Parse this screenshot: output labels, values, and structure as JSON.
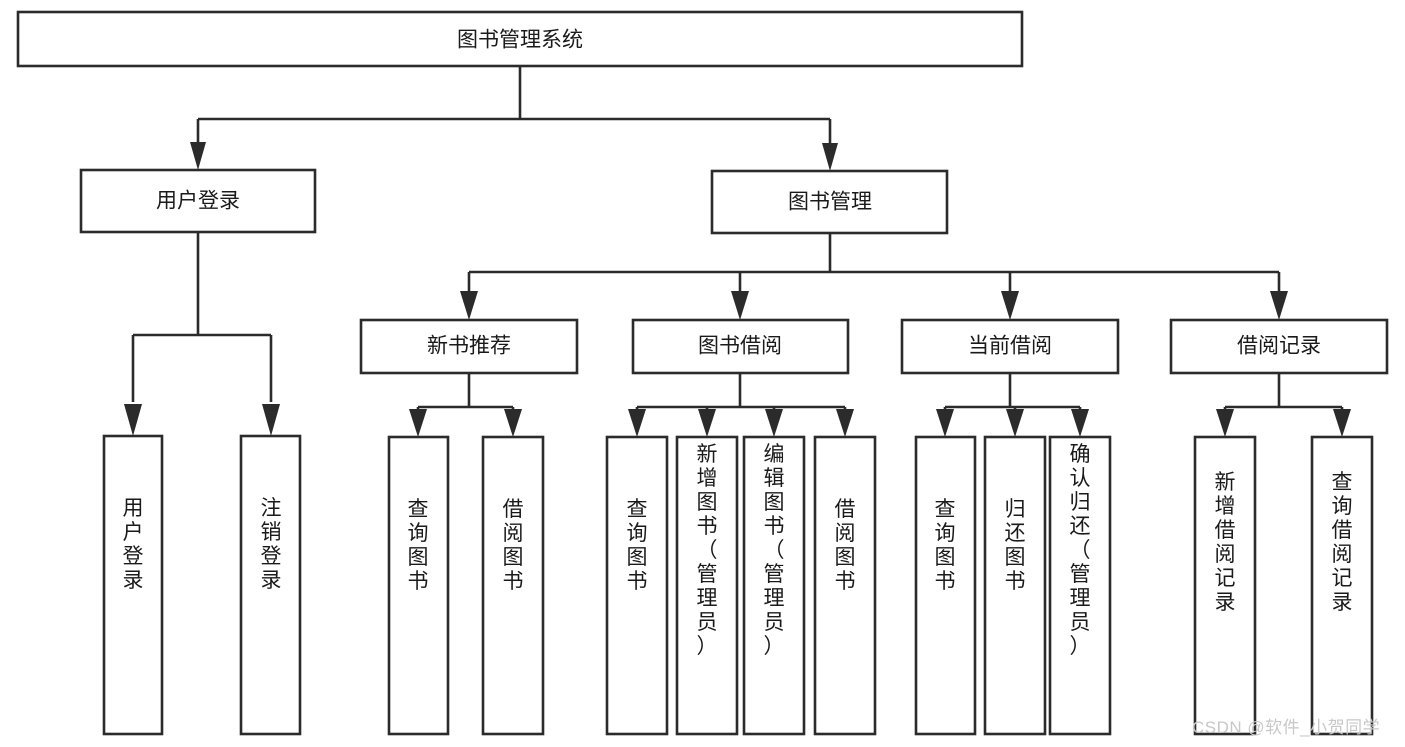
{
  "diagram": {
    "title": "图书管理系统",
    "type": "tree",
    "background": "#ffffff",
    "line_color": "#2b2b2b",
    "text_color": "#1a1a1a",
    "root": {
      "id": "root",
      "label": "图书管理系统",
      "orientation": "horizontal"
    },
    "level2": [
      {
        "id": "user-login",
        "label": "用户登录",
        "orientation": "horizontal"
      },
      {
        "id": "book-manage",
        "label": "图书管理",
        "orientation": "horizontal"
      }
    ],
    "level3": [
      {
        "id": "new-book-recommend",
        "label": "新书推荐",
        "orientation": "horizontal",
        "parent": "book-manage"
      },
      {
        "id": "book-borrow",
        "label": "图书借阅",
        "orientation": "horizontal",
        "parent": "book-manage"
      },
      {
        "id": "current-borrow",
        "label": "当前借阅",
        "orientation": "horizontal",
        "parent": "book-manage"
      },
      {
        "id": "borrow-record",
        "label": "借阅记录",
        "orientation": "horizontal",
        "parent": "book-manage"
      }
    ],
    "leaves": [
      {
        "id": "leaf-user-login",
        "label": "用户登录",
        "orientation": "vertical",
        "parent": "user-login"
      },
      {
        "id": "leaf-user-logout",
        "label": "注销登录",
        "orientation": "vertical",
        "parent": "user-login"
      },
      {
        "id": "leaf-query-book-1",
        "label": "查询图书",
        "orientation": "vertical",
        "parent": "new-book-recommend"
      },
      {
        "id": "leaf-borrow-book-1",
        "label": "借阅图书",
        "orientation": "vertical",
        "parent": "new-book-recommend"
      },
      {
        "id": "leaf-query-book-2",
        "label": "查询图书",
        "orientation": "vertical",
        "parent": "book-borrow"
      },
      {
        "id": "leaf-add-book",
        "label": "新增图书（管理员）",
        "orientation": "vertical",
        "parent": "book-borrow"
      },
      {
        "id": "leaf-edit-book",
        "label": "编辑图书（管理员）",
        "orientation": "vertical",
        "parent": "book-borrow"
      },
      {
        "id": "leaf-borrow-book-2",
        "label": "借阅图书",
        "orientation": "vertical",
        "parent": "book-borrow"
      },
      {
        "id": "leaf-query-book-3",
        "label": "查询图书",
        "orientation": "vertical",
        "parent": "current-borrow"
      },
      {
        "id": "leaf-return-book",
        "label": "归还图书",
        "orientation": "vertical",
        "parent": "current-borrow"
      },
      {
        "id": "leaf-confirm-return",
        "label": "确认归还（管理员）",
        "orientation": "vertical",
        "parent": "current-borrow"
      },
      {
        "id": "leaf-add-record",
        "label": "新增借阅记录",
        "orientation": "vertical",
        "parent": "borrow-record"
      },
      {
        "id": "leaf-query-record",
        "label": "查询借阅记录",
        "orientation": "vertical",
        "parent": "borrow-record"
      }
    ]
  },
  "watermark": {
    "text": "CSDN @软件_小贺同学",
    "color": "#c8c8c8"
  }
}
